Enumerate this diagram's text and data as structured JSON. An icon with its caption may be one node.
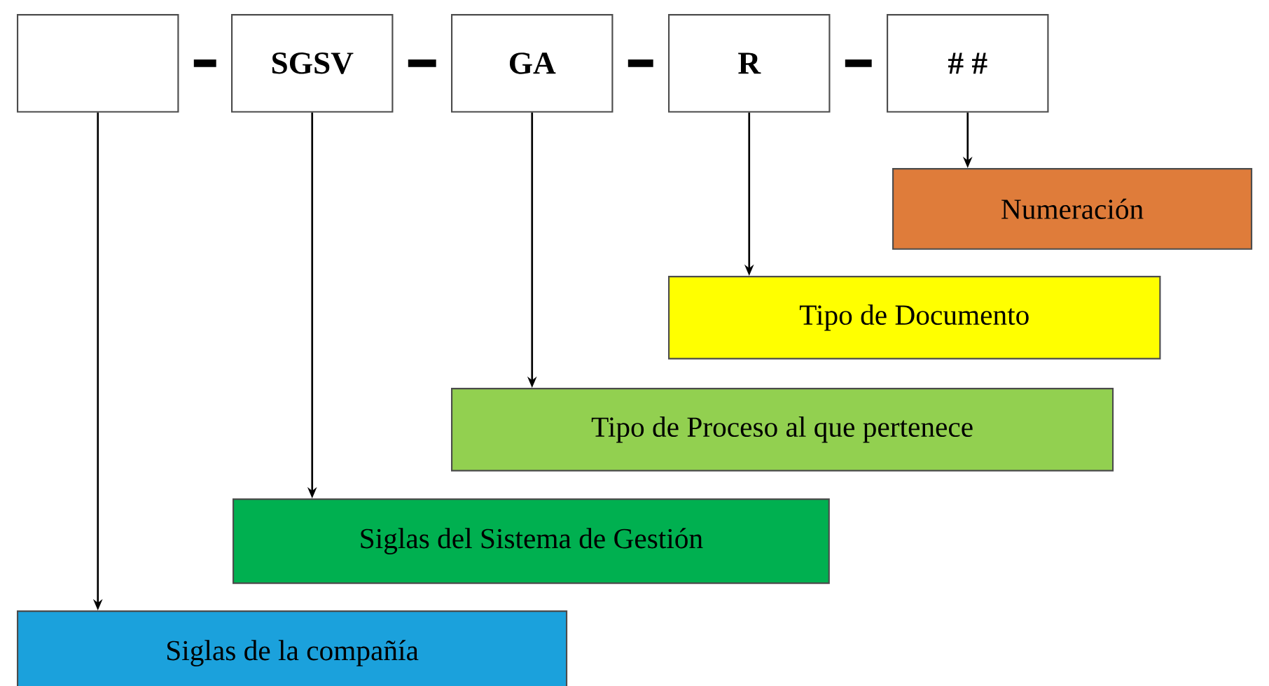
{
  "diagram": {
    "nodes": [
      {
        "text": [],
        "shape": "box"
      },
      {
        "text": [
          "SGSV"
        ]
      },
      {
        "text": [
          "GA"
        ]
      },
      {
        "text": [
          "R"
        ]
      },
      {
        "text": [
          "# #"
        ]
      },
      {
        "text": [
          "Numeración"
        ]
      },
      {
        "text": [
          "Tipo de Documento"
        ]
      },
      {
        "text": [
          "Tipo de Proceso al que pertenece"
        ]
      },
      {
        "text": [
          "Siglas del Sistema de Gestión"
        ]
      },
      {
        "text": [
          "Siglas de la compañía"
        ]
      }
    ],
    "edges": [
      {
        "from": 0,
        "to": 1,
        "arrow": "none",
        "style": "thick"
      },
      {
        "from": 1,
        "to": 2,
        "arrow": "none",
        "style": "thick"
      },
      {
        "from": 2,
        "to": 3,
        "arrow": "none",
        "style": "thick"
      },
      {
        "from": 3,
        "to": 4,
        "arrow": "none",
        "style": "thick"
      },
      {
        "from": 4,
        "to": 5,
        "arrow": "to"
      },
      {
        "from": 3,
        "to": 6,
        "arrow": "to"
      },
      {
        "from": 2,
        "to": 7,
        "arrow": "to"
      },
      {
        "from": 1,
        "to": 8,
        "arrow": "to"
      },
      {
        "from": 0,
        "to": 9,
        "arrow": "to"
      }
    ]
  }
}
